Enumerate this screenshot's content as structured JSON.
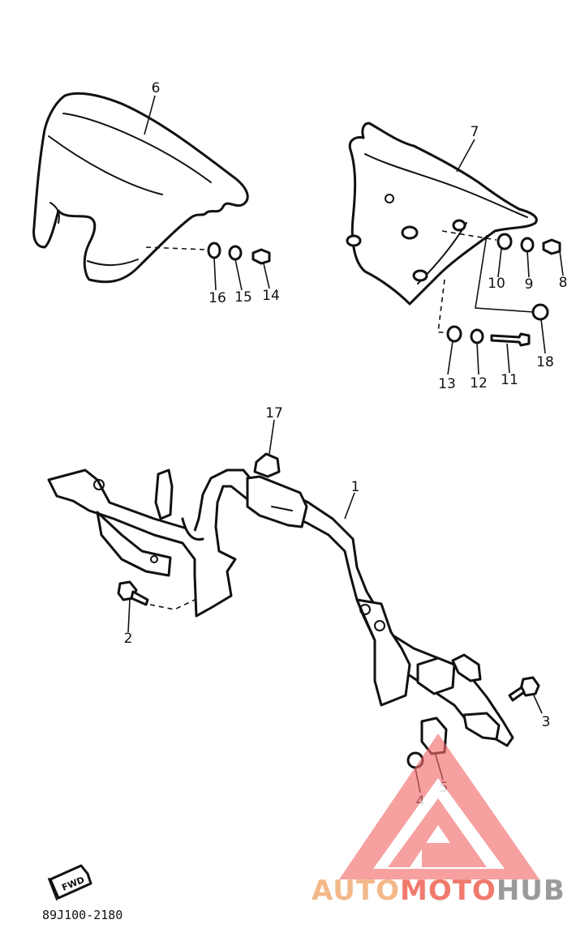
{
  "diagram": {
    "callouts": [
      {
        "id": "c1",
        "label": "1"
      },
      {
        "id": "c2",
        "label": "2"
      },
      {
        "id": "c3",
        "label": "3"
      },
      {
        "id": "c4",
        "label": "4"
      },
      {
        "id": "c5",
        "label": "5"
      },
      {
        "id": "c6",
        "label": "6"
      },
      {
        "id": "c7",
        "label": "7"
      },
      {
        "id": "c8",
        "label": "8"
      },
      {
        "id": "c9",
        "label": "9"
      },
      {
        "id": "c10",
        "label": "10"
      },
      {
        "id": "c11",
        "label": "11"
      },
      {
        "id": "c12",
        "label": "12"
      },
      {
        "id": "c13",
        "label": "13"
      },
      {
        "id": "c14",
        "label": "14"
      },
      {
        "id": "c15",
        "label": "15"
      },
      {
        "id": "c16",
        "label": "16"
      },
      {
        "id": "c17",
        "label": "17"
      },
      {
        "id": "c18",
        "label": "18"
      }
    ],
    "fwd_label": "FWD",
    "diagram_code": "89J100-2180"
  },
  "watermark": {
    "part1": "AUTO",
    "part2": "MOTO",
    "part3": "HUB",
    "colors": {
      "auto": "#f3b98a",
      "moto": "#f07a6e",
      "hub": "#9a9a9a",
      "triangle": "#f26b6b"
    }
  }
}
